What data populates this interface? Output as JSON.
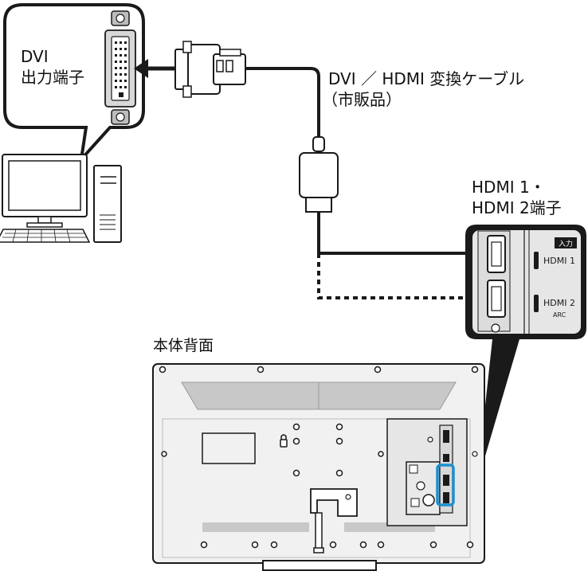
{
  "labels": {
    "dvi_line1": "DVI",
    "dvi_line2": "出力端子",
    "cable_line1": "DVI ／ HDMI 変換ケーブル",
    "cable_line2": "（市販品）",
    "hdmi_ports_line1": "HDMI 1・",
    "hdmi_ports_line2": "HDMI 2端子",
    "rear_view": "本体背面"
  },
  "panel": {
    "input_tag": "入力",
    "port1_label": "HDMI 1",
    "port2_label": "HDMI 2",
    "port2_sub": "ARC"
  },
  "colors": {
    "line": "#1a1a1a",
    "tv_body": "#f1f1f1",
    "vent": "#c8c8c8",
    "panel_bg": "#e6e6e6",
    "highlight": "#1e8fd0"
  }
}
